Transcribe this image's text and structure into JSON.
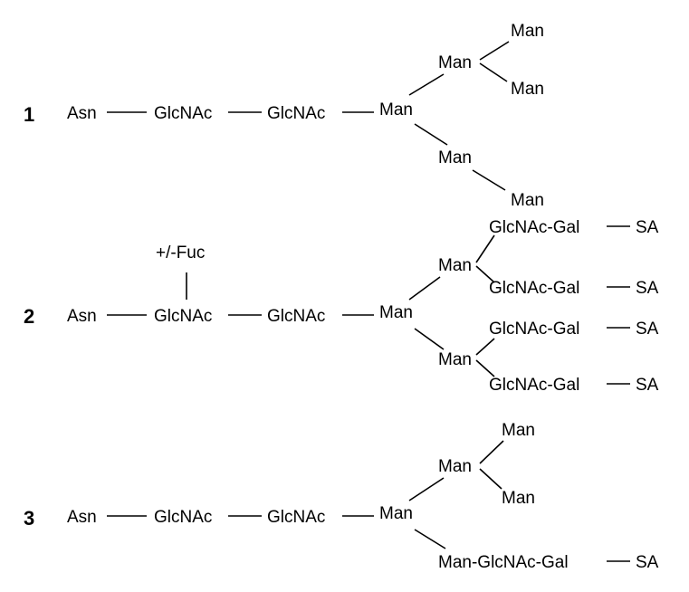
{
  "structures": [
    {
      "number": "1",
      "core": [
        "Asn",
        "GlcNAc",
        "GlcNAc",
        "Man"
      ],
      "upper_branch": {
        "man": "Man",
        "top": "Man",
        "bottom": "Man"
      },
      "lower_branch": {
        "man": "Man",
        "terminal": "Man"
      }
    },
    {
      "number": "2",
      "core": [
        "Asn",
        "GlcNAc",
        "GlcNAc",
        "Man"
      ],
      "fucose": "+/-Fuc",
      "upper_branch": {
        "man": "Man",
        "antennae": [
          {
            "chain": "GlcNAc-Gal",
            "end": "SA"
          },
          {
            "chain": "GlcNAc-Gal",
            "end": "SA"
          }
        ]
      },
      "lower_branch": {
        "man": "Man",
        "antennae": [
          {
            "chain": "GlcNAc-Gal",
            "end": "SA"
          },
          {
            "chain": "GlcNAc-Gal",
            "end": "SA"
          }
        ]
      }
    },
    {
      "number": "3",
      "core": [
        "Asn",
        "GlcNAc",
        "GlcNAc",
        "Man"
      ],
      "upper_branch": {
        "man": "Man",
        "top": "Man",
        "bottom": "Man"
      },
      "lower_branch": {
        "chain": "Man-GlcNAc-Gal",
        "end": "SA"
      }
    }
  ]
}
